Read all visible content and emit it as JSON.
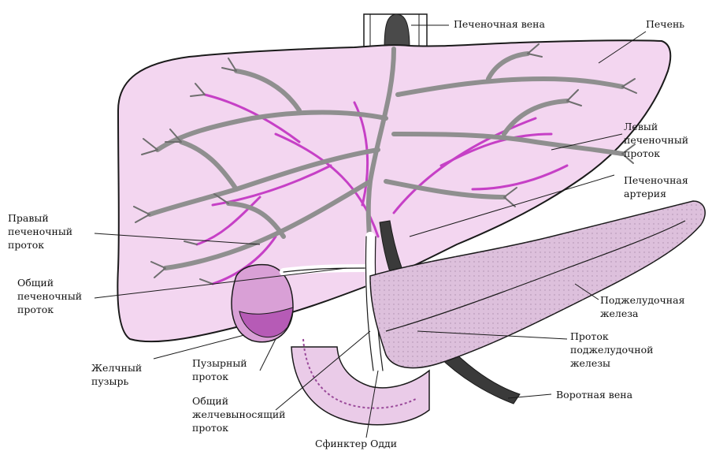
{
  "diagram": {
    "labels": {
      "hepatic_vein": "Печеночная вена",
      "liver": "Печень",
      "left_hepatic_duct": [
        "Левый",
        "печеночный",
        "проток"
      ],
      "hepatic_artery": [
        "Печеночная",
        "артерия"
      ],
      "right_hepatic_duct": [
        "Правый",
        "печеночный",
        "проток"
      ],
      "common_hepatic_duct": [
        "Общий",
        "печеночный",
        "проток"
      ],
      "pancreas": [
        "Поджелудочная",
        "железа"
      ],
      "pancreatic_duct": [
        "Проток",
        "поджелудочной",
        "железы"
      ],
      "gallbladder": [
        "Желчный",
        "пузырь"
      ],
      "cystic_duct": [
        "Пузырный",
        "проток"
      ],
      "common_bile_duct": [
        "Общий",
        "желчевыносящий",
        "проток"
      ],
      "portal_vein": "Воротная вена",
      "sphincter_oddi": "Сфинктер Одди"
    },
    "colors": {
      "liver_fill": "#f3d6f0",
      "liver_outline": "#1a1a1a",
      "duct_gray": "#8f8f8f",
      "vessel_magenta": "#c640c6",
      "gallbladder": "#b65bb6",
      "pancreas": "#ddc0dc",
      "portal_vein": "#3a3a3a"
    }
  }
}
